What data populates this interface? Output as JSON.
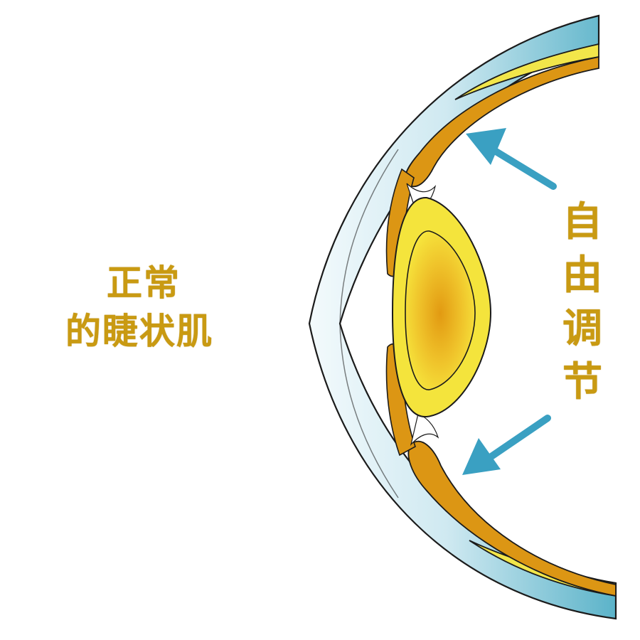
{
  "diagram": {
    "left_label": {
      "line1": "正常",
      "line2": "的睫状肌"
    },
    "right_label": {
      "chars": [
        "自",
        "由",
        "调",
        "节"
      ]
    },
    "colors": {
      "sclera_blue": "#5bb3c9",
      "sclera_pale": "#e6f4f8",
      "ciliary_orange": "#dc9614",
      "choroid_yellow": "#f2e64a",
      "lens_yellow": "#f4e43c",
      "lens_core": "#e6a010",
      "arrow_blue": "#3aa0c2",
      "label_gold": "#c99a12"
    }
  }
}
